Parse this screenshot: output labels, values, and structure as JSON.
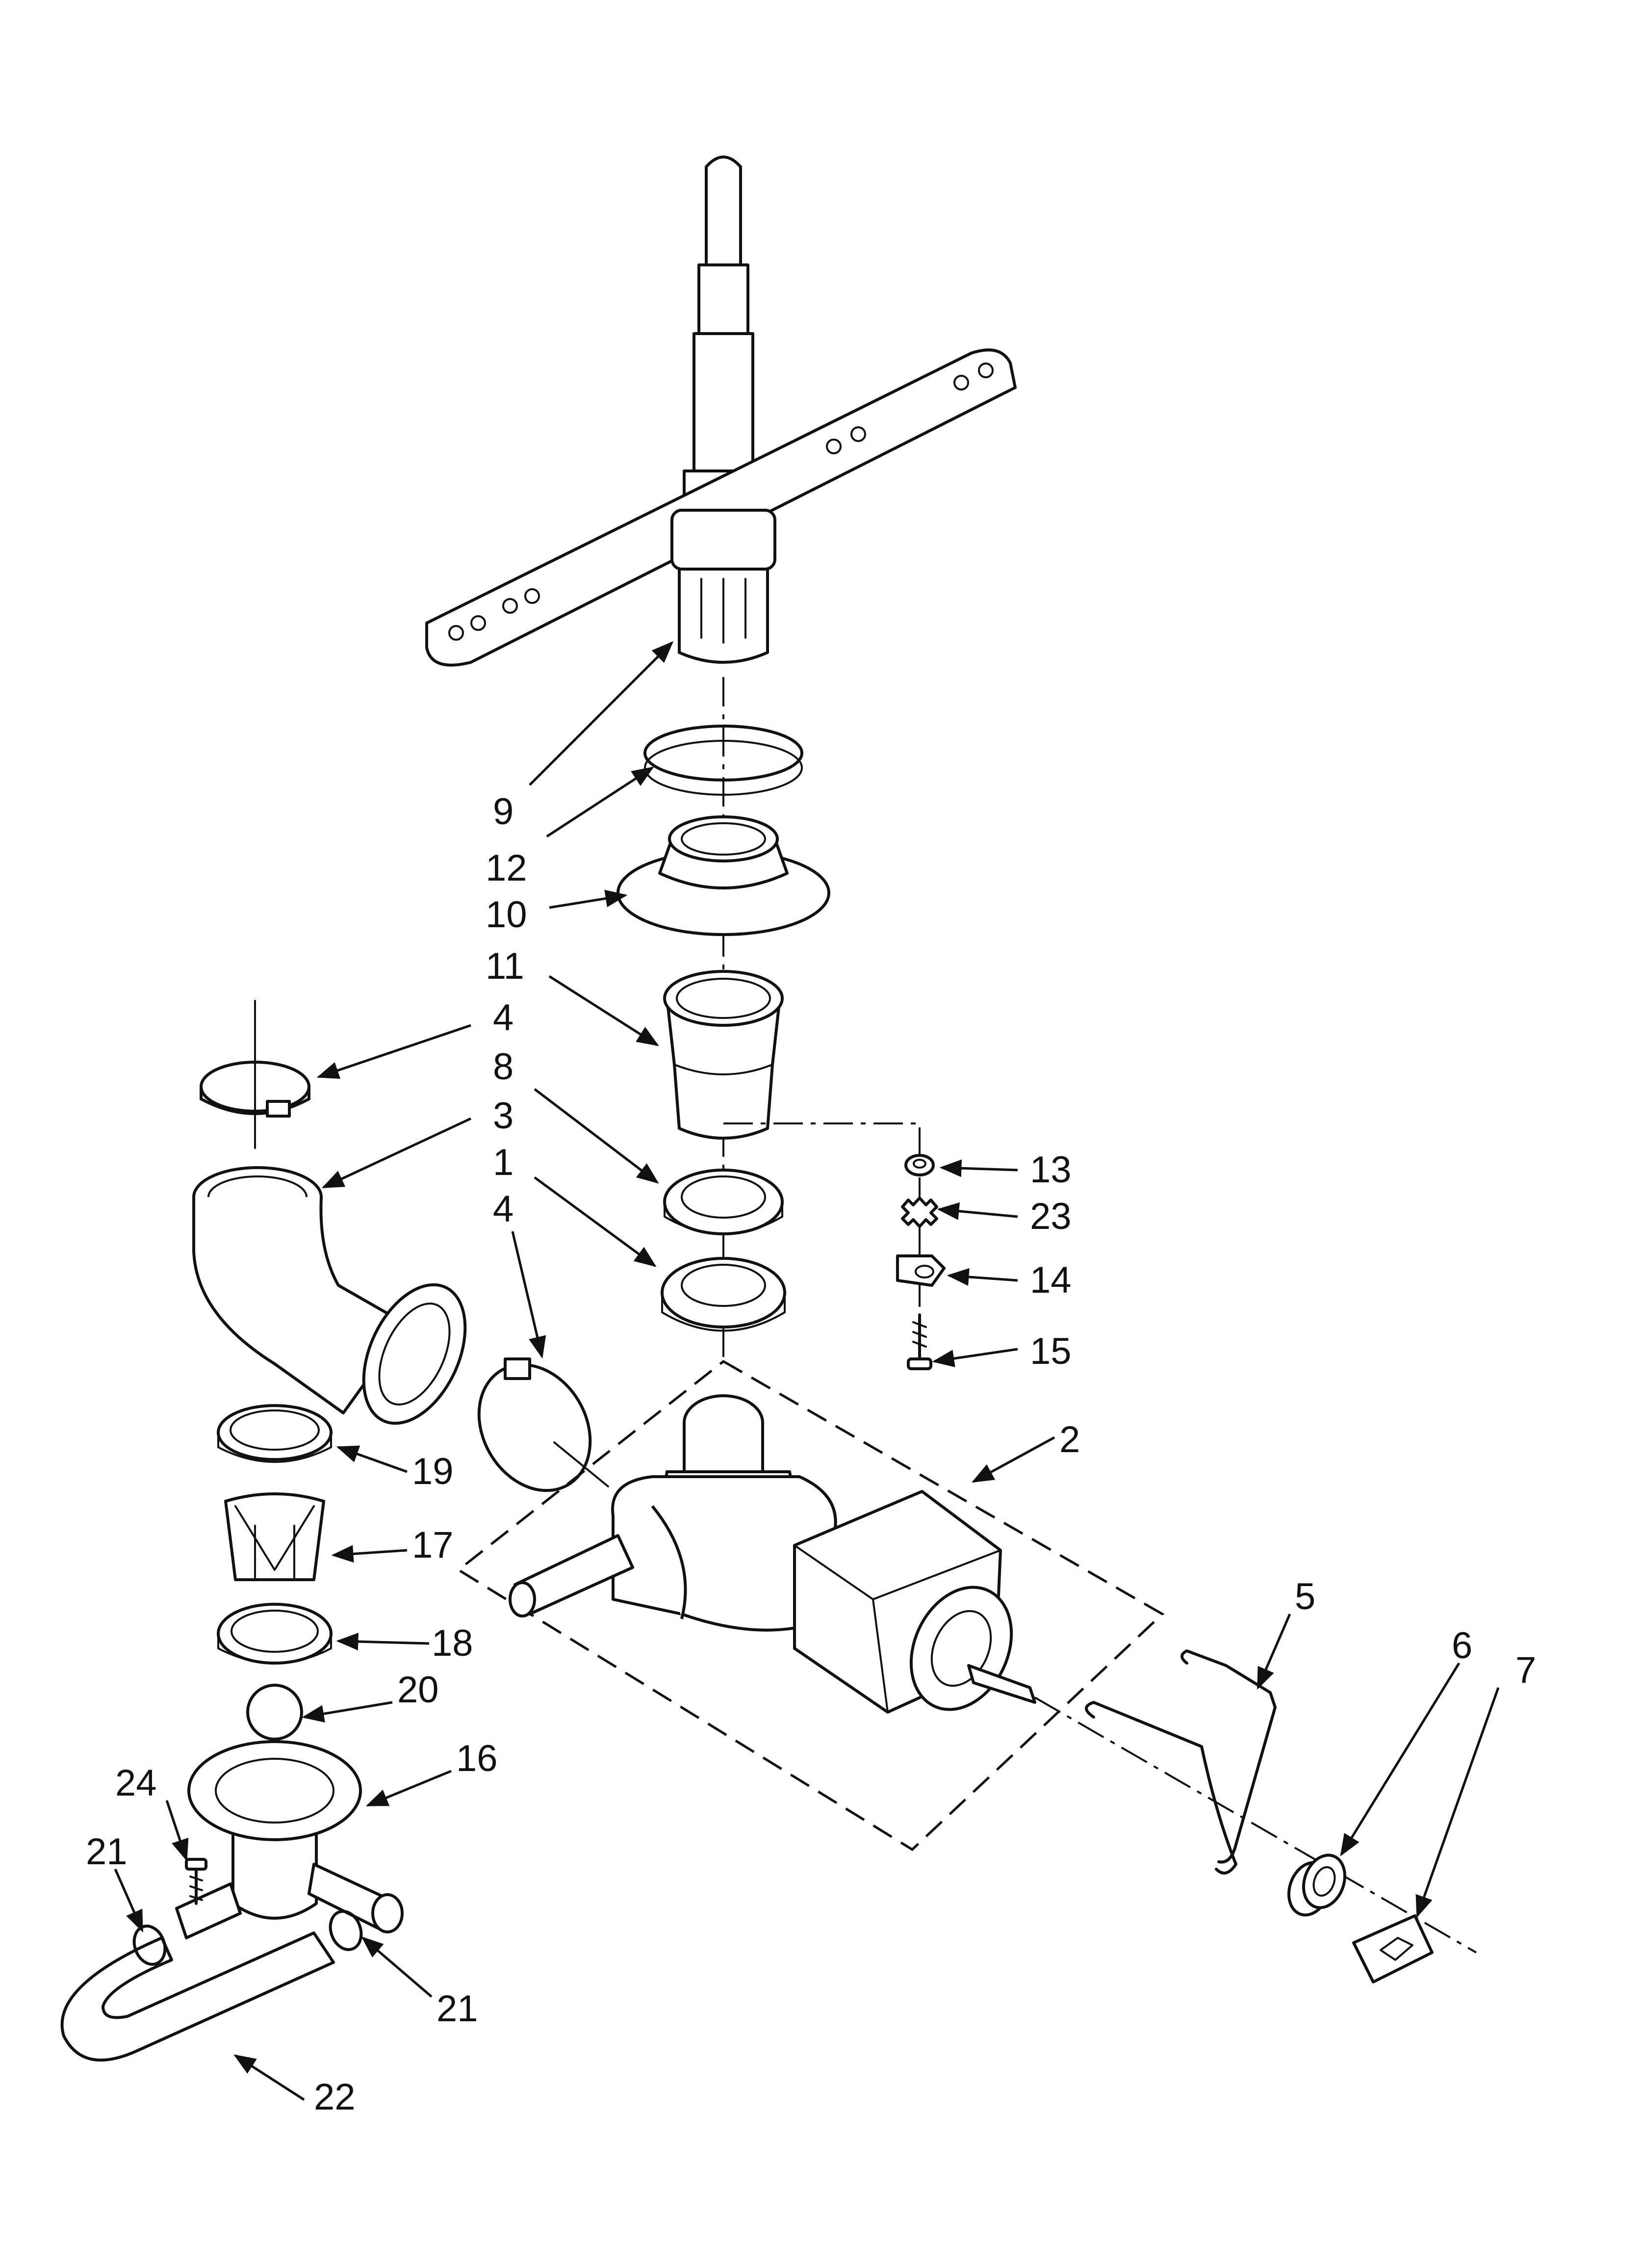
{
  "callouts": {
    "c9": "9",
    "c12": "12",
    "c10": "10",
    "c11": "11",
    "c4a": "4",
    "c8": "8",
    "c3": "3",
    "c1": "1",
    "c4b": "4",
    "c13": "13",
    "c23": "23",
    "c14": "14",
    "c15": "15",
    "c2": "2",
    "c19": "19",
    "c17": "17",
    "c18": "18",
    "c20": "20",
    "c16": "16",
    "c24": "24",
    "c21a": "21",
    "c21b": "21",
    "c22": "22",
    "c5": "5",
    "c6": "6",
    "c7": "7"
  }
}
